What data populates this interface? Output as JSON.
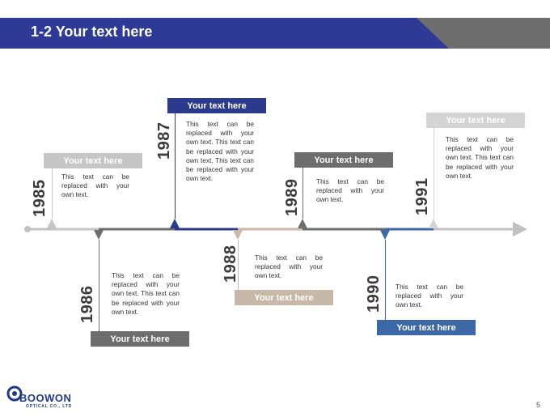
{
  "header": {
    "title": "1-2 Your text here"
  },
  "timeline": [
    {
      "year": "1985",
      "label": "Your text here",
      "text": "This text can be replaced with your own text."
    },
    {
      "year": "1986",
      "label": "Your text here",
      "text": "This text can be replaced with your own text. This text can be replaced with your own text."
    },
    {
      "year": "1987",
      "label": "Your text here",
      "text": "This text can be replaced with your own text. This text can be replaced with your own text. This text can be replaced with your own text."
    },
    {
      "year": "1988",
      "label": "Your text here",
      "text": "This text can be replaced with your own text."
    },
    {
      "year": "1989",
      "label": "Your text here",
      "text": "This text can be replaced with your own text."
    },
    {
      "year": "1990",
      "label": "Your text here",
      "text": "This text can be replaced with your own text."
    },
    {
      "year": "1991",
      "label": "Your text here",
      "text": "This text can be replaced with your own text. This text can be replaced with your own text."
    }
  ],
  "logo": {
    "name": "BOOWON",
    "sub": "OPTICAL CO., LTD"
  },
  "page_number": "5",
  "colors": {
    "header_blue": "#2e3a96",
    "header_gray": "#6e6e6e",
    "navy": "#2b3a8c",
    "dark_gray": "#6d6d6d",
    "light_gray": "#c6c6c6",
    "beige": "#c8b8a8",
    "steel_blue": "#3c68a8",
    "pale_gray": "#d4d4d4"
  }
}
